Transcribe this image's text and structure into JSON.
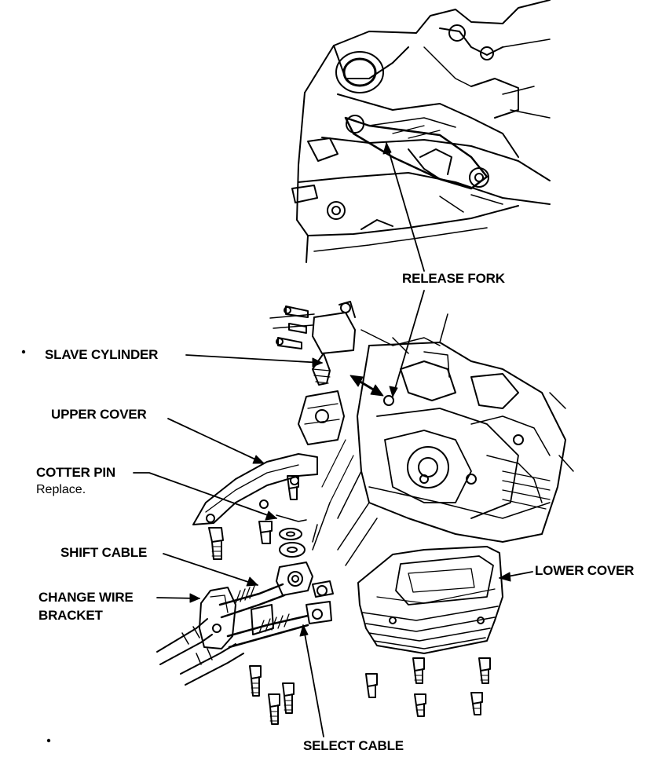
{
  "labels": {
    "release_fork": "RELEASE FORK",
    "slave_cylinder": "SLAVE CYLINDER",
    "upper_cover": "UPPER COVER",
    "cotter_pin": "COTTER PIN",
    "cotter_pin_note": "Replace.",
    "shift_cable": "SHIFT CABLE",
    "change_wire_bracket_line1": "CHANGE WIRE",
    "change_wire_bracket_line2": "BRACKET",
    "lower_cover": "LOWER COVER",
    "select_cable": "SELECT CABLE"
  },
  "colors": {
    "ink": "#000000",
    "paper": "#ffffff"
  }
}
